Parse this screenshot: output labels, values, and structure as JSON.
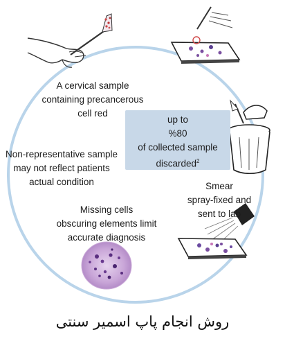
{
  "labels": {
    "cervical_sample": [
      "A cervical sample",
      "containing precancerous",
      "cell red"
    ],
    "non_representative": [
      "Non-representative sample",
      "may not reflect patients",
      "actual condition"
    ],
    "missing_cells": [
      "Missing cells",
      "obscuring elements limit",
      "accurate diagnosis"
    ],
    "smear_sent": [
      "Smear",
      "spray-fixed and",
      "sent to lab"
    ]
  },
  "info_box": {
    "line1": "up to",
    "line2": "%80",
    "line3": "of collected sample",
    "line4": "discarded",
    "footnote": "2"
  },
  "caption": "روش انجام پاپ اسمیر سنتی",
  "colors": {
    "cycle_ring": "#b9d4ea",
    "info_box_bg": "#c8d8e8",
    "cell_purple": "#7a4fa0",
    "cell_pink": "#c878b8"
  }
}
